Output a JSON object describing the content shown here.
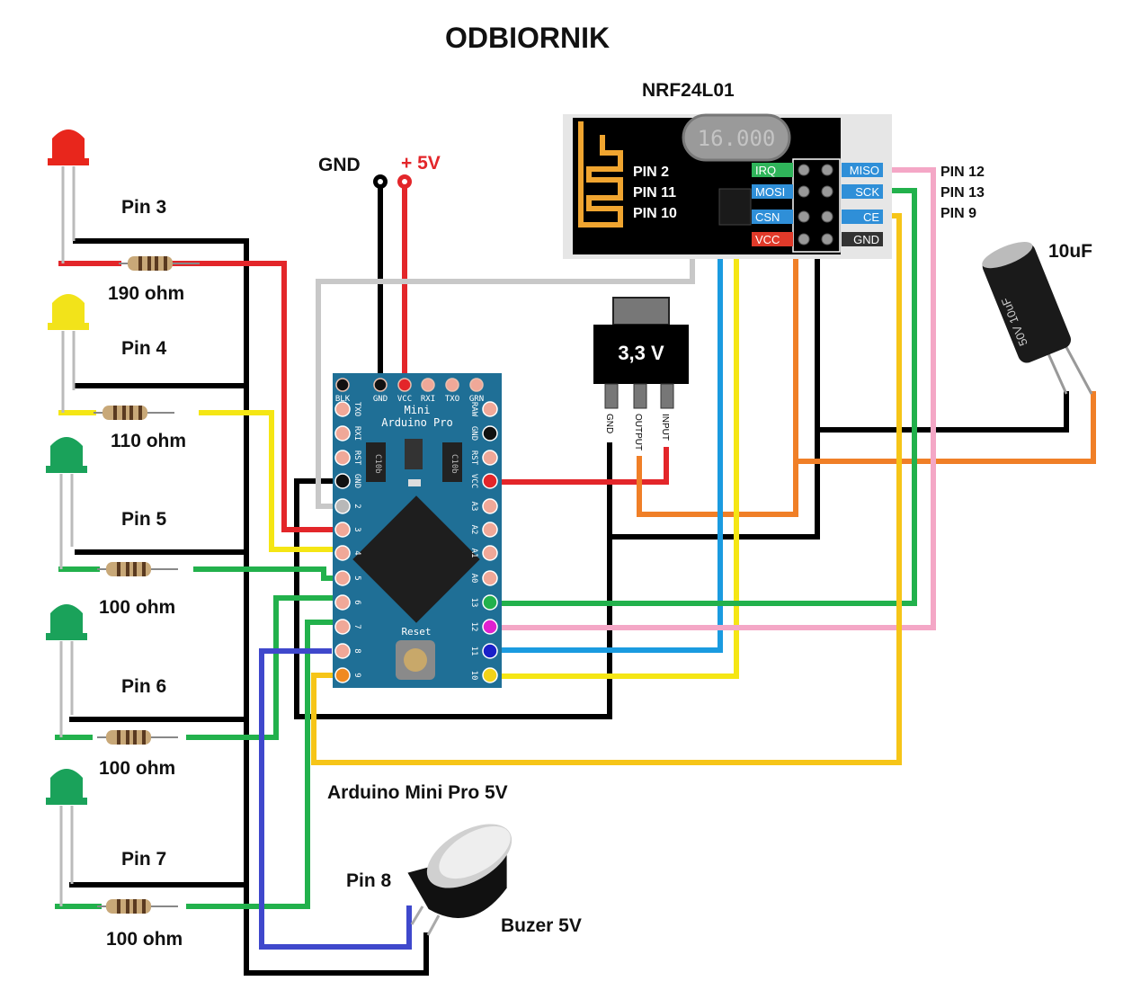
{
  "title": "ODBIORNIK",
  "power": {
    "gnd_label": "GND",
    "vcc_label": "+ 5V"
  },
  "nrf": {
    "title": "NRF24L01",
    "crystal": "16.000",
    "left_notes": [
      "PIN 2",
      "PIN 11",
      "PIN 10"
    ],
    "right_notes": [
      "PIN 12",
      "PIN 13",
      "PIN 9"
    ],
    "pins_left": [
      {
        "label": "IRQ",
        "color": "#2fb45a"
      },
      {
        "label": "MOSI",
        "color": "#2f8fd8"
      },
      {
        "label": "CSN",
        "color": "#2f8fd8"
      },
      {
        "label": "VCC",
        "color": "#e03a2a"
      }
    ],
    "pins_right": [
      {
        "label": "MISO",
        "color": "#2f8fd8"
      },
      {
        "label": "SCK",
        "color": "#2f8fd8"
      },
      {
        "label": "CE",
        "color": "#2f8fd8"
      },
      {
        "label": "GND",
        "color": "#333333"
      }
    ]
  },
  "regulator": {
    "label": "3,3 V",
    "pins": [
      "GND",
      "OUTPUT",
      "INPUT"
    ]
  },
  "capacitor": {
    "label": "10uF",
    "marking": "50V 10uF"
  },
  "arduino": {
    "caption": "Arduino Mini Pro 5V",
    "board_line1": "Mini",
    "board_line2": "Arduino Pro",
    "top_pins": [
      "BLK",
      "GND",
      "VCC",
      "RXI",
      "TXO",
      "GRN"
    ],
    "left_pins": [
      "TXO",
      "RXI",
      "RST",
      "GND",
      "2",
      "3",
      "4",
      "5",
      "6",
      "7",
      "8",
      "9"
    ],
    "right_pins": [
      "RAW",
      "GND",
      "RST",
      "VCC",
      "A3",
      "A2",
      "A1",
      "A0",
      "13",
      "12",
      "11",
      "10"
    ],
    "chip_labels": [
      "C10b",
      "C10b"
    ],
    "reset_label": "Reset"
  },
  "leds": [
    {
      "pin": "Pin 3",
      "resistor": "190 ohm",
      "color": "#e8261c",
      "wire": "#e3262a"
    },
    {
      "pin": "Pin 4",
      "resistor": "110 ohm",
      "color": "#f2e31a",
      "wire": "#f5e614"
    },
    {
      "pin": "Pin 5",
      "resistor": "100 ohm",
      "color": "#1aa25a",
      "wire": "#22b14c"
    },
    {
      "pin": "Pin 6",
      "resistor": "100 ohm",
      "color": "#1aa25a",
      "wire": "#22b14c"
    },
    {
      "pin": "Pin 7",
      "resistor": "100 ohm",
      "color": "#1aa25a",
      "wire": "#22b14c"
    }
  ],
  "buzzer": {
    "pin": "Pin 8",
    "label": "Buzer 5V"
  },
  "wire_colors": {
    "gnd": "#000000",
    "vcc": "#e3262a",
    "irq": "#c8c8c8",
    "mosi": "#1a9be0",
    "csn": "#f5e614",
    "miso": "#f4a7c6",
    "sck": "#22b14c",
    "ce": "#f6c518",
    "out33": "#f07f27",
    "buzzer": "#3f48cc"
  }
}
